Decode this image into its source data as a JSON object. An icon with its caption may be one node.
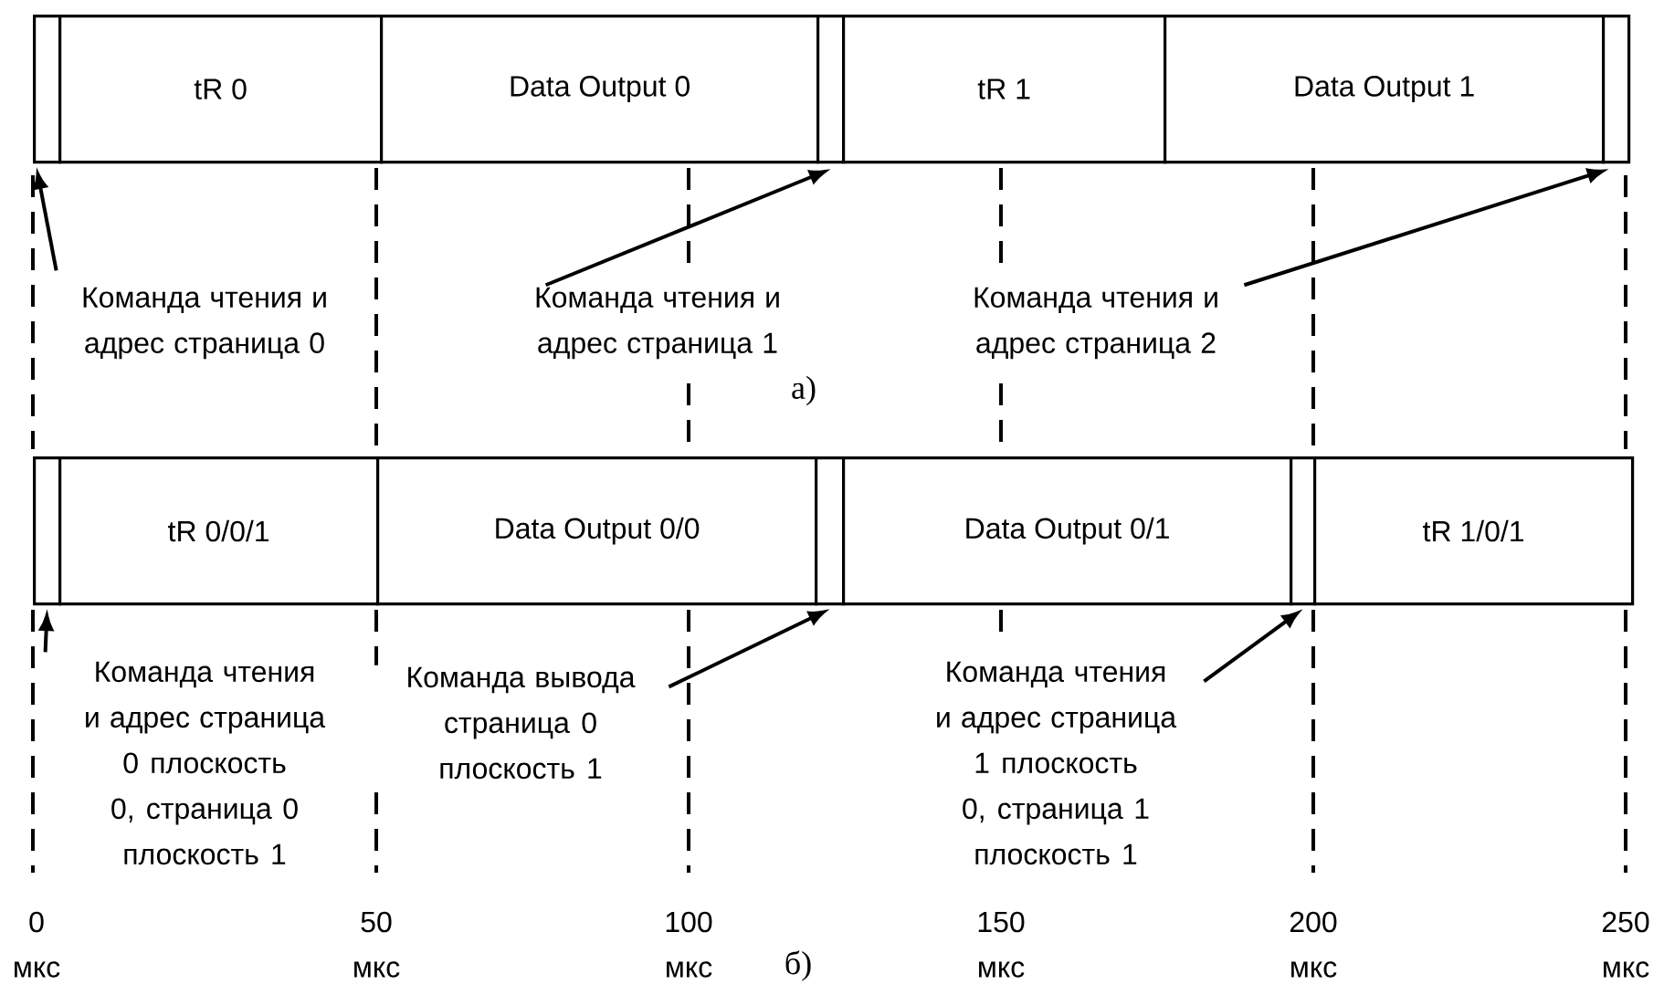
{
  "diagram": {
    "nodes": [
      {
        "text": [],
        "shape": "box"
      },
      {
        "text": [
          "tR 0"
        ]
      },
      {
        "text": [
          "Data Output 0"
        ]
      },
      {
        "text": [],
        "shape": "box"
      },
      {
        "text": [
          "tR 1"
        ]
      },
      {
        "text": [
          "Data Output 1"
        ]
      },
      {
        "text": [],
        "shape": "box"
      },
      {
        "text": [
          "Команда чтения и адрес страница 0"
        ]
      },
      {
        "text": [
          "Команда чтения и адрес страница 1"
        ]
      },
      {
        "text": [
          "Команда чтения и адрес страница 2"
        ]
      },
      {
        "text": [],
        "shape": "box"
      },
      {
        "text": [
          "tR 0/0/1"
        ]
      },
      {
        "text": [
          "Data Output 0/0"
        ]
      },
      {
        "text": [],
        "shape": "box"
      },
      {
        "text": [
          "Data Output 0/1"
        ]
      },
      {
        "text": [],
        "shape": "box"
      },
      {
        "text": [
          "tR 1/0/1"
        ]
      },
      {
        "text": [
          "Команда чтения и адрес страница 0 плоскость 0, страница 0 плоскость 1"
        ]
      },
      {
        "text": [
          "Команда вывода страница 0 плоскость 1"
        ]
      },
      {
        "text": [
          "Команда чтения и адрес страница 1 плоскость 0, страница 1 плоскость 1"
        ]
      }
    ],
    "edges": [
      {
        "from": 7,
        "to": 0,
        "arrow": "to"
      },
      {
        "from": 8,
        "to": 3,
        "arrow": "to"
      },
      {
        "from": 9,
        "to": 6,
        "arrow": "to"
      },
      {
        "from": 17,
        "to": 10,
        "arrow": "to"
      },
      {
        "from": 18,
        "to": 13,
        "arrow": "to"
      },
      {
        "from": 19,
        "to": 15,
        "arrow": "to"
      }
    ],
    "labels": [
      "а)",
      "0",
      "50",
      "100",
      "150",
      "200",
      "250",
      "мкс",
      "мкс",
      "мкс",
      "мкс",
      "мкс",
      "мкс",
      "б)"
    ]
  }
}
